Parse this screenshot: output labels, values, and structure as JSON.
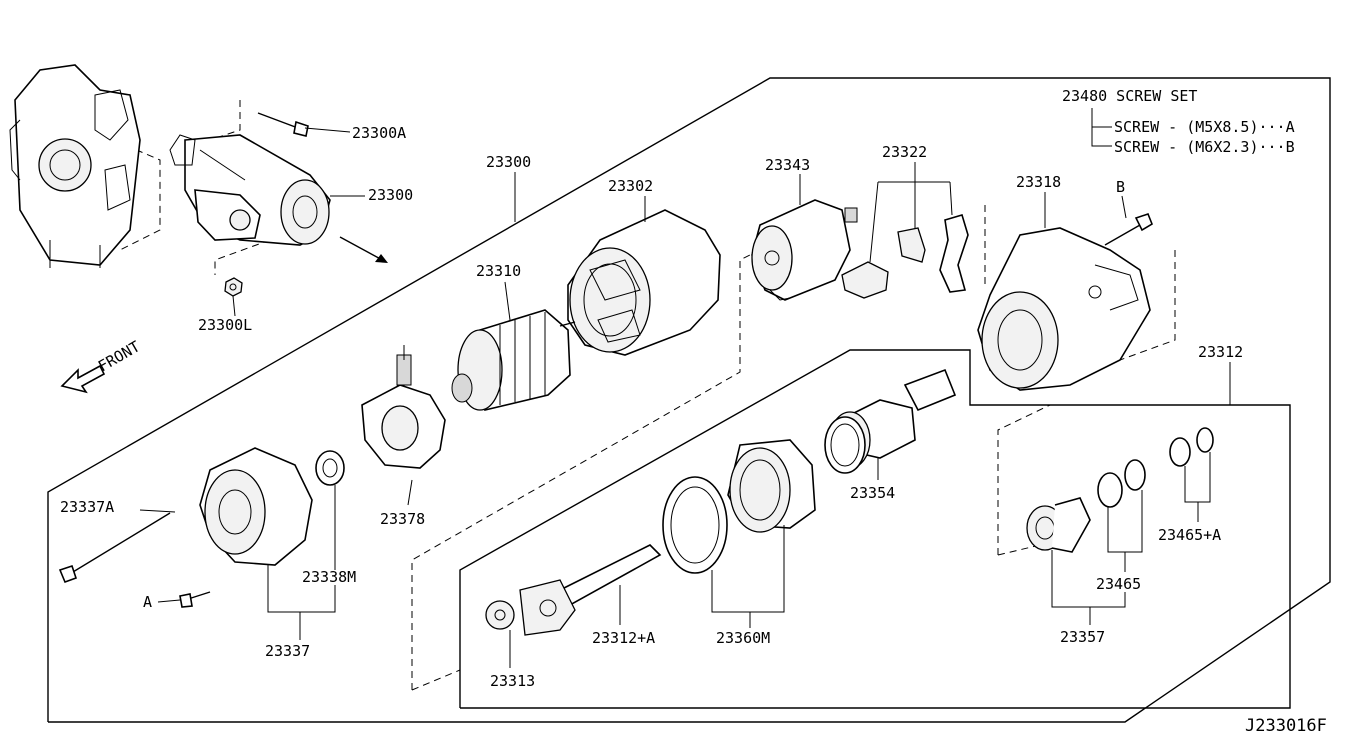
{
  "diagram": {
    "drawing_code": "J233016F",
    "front_label": "FRONT",
    "screw_set": {
      "title": "23480 SCREW SET",
      "line_a": "SCREW - (M5X8.5)···A",
      "line_b": "SCREW - (M6X2.3)···B"
    },
    "callouts": {
      "p23300A": "23300A",
      "p23300": "23300",
      "p23300L": "23300L",
      "p23300_group": "23300",
      "p23302": "23302",
      "p23310": "23310",
      "p23343": "23343",
      "p23322": "23322",
      "p23318": "23318",
      "pB": "B",
      "p23312": "23312",
      "p23378": "23378",
      "p23354": "23354",
      "p23337A": "23337A",
      "pA": "A",
      "p23338M": "23338M",
      "p23337": "23337",
      "p23313": "23313",
      "p23312A": "23312+A",
      "p23360M": "23360M",
      "p23465A": "23465+A",
      "p23465": "23465",
      "p23357": "23357"
    }
  }
}
